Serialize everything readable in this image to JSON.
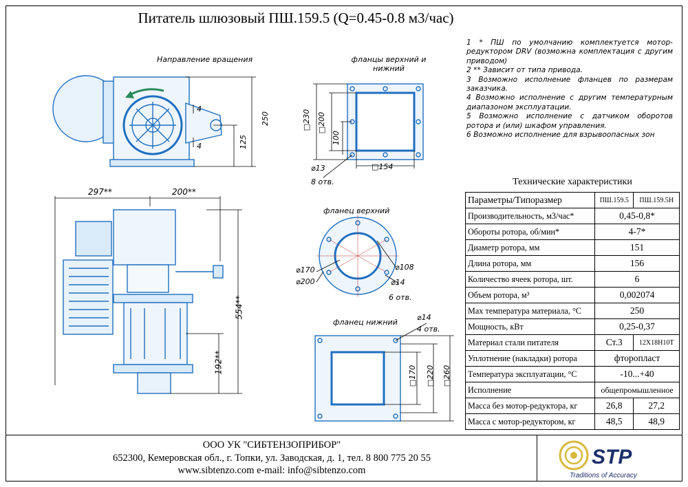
{
  "title": "Питатель шлюзовый ПШ.159.5 (Q=0.45-0.8 м3/час)",
  "notes": [
    "1 * ПШ по умолчанию комплектуется мотор-редуктором DRV (возможна комплектация с другим приводом)",
    "2 ** Зависит от типа привода.",
    "3 Возможно исполнение фланцев по размерам заказчика.",
    "4 Возможно исполнение с другим температурным диапазоном эксплуатации.",
    "5 Возможно исполнение с датчиком оборотов ротора и (или) шкафом управления.",
    "6 Возможно исполнение для взрывоопасных зон"
  ],
  "drawing_labels": {
    "rotation": "Направление вращения",
    "flanges_top_bottom": "фланцы верхний и нижний",
    "flange_top": "фланец верхний",
    "flange_bottom": "фланец нижний",
    "dim_250": "250",
    "dim_125": "125",
    "dim_4a": "4",
    "dim_4b": "4",
    "dim_297": "297**",
    "dim_200": "200**",
    "dim_554": "554**",
    "dim_192": "192**",
    "dim_sq230": "□230",
    "dim_sq200": "□200",
    "dim_100": "100",
    "dim_sq154": "□154",
    "dim_d13": "⌀13",
    "dim_8holes": "8 отв.",
    "dim_d170": "⌀170",
    "dim_d200": "⌀200",
    "dim_d108": "⌀108",
    "dim_d14a": "⌀14",
    "dim_6holes": "6 отв.",
    "dim_d14b": "⌀14",
    "dim_4holes": "4 отв.",
    "dim_sq170": "□170",
    "dim_sq220": "□220",
    "dim_sq260": "□260"
  },
  "tech_title": "Технические характеристики",
  "table": {
    "header": {
      "param": "Параметры/Типоразмер",
      "m1": "ПШ.159.5",
      "m2": "ПШ.159.5Н"
    },
    "rows": [
      {
        "label": "Производительность, м3/час*",
        "value": "0,45-0,8*"
      },
      {
        "label": "Обороты ротора, об/мин*",
        "value": "4-7*"
      },
      {
        "label": "Диаметр ротора, мм",
        "value": "151"
      },
      {
        "label": "Длина ротора, мм",
        "value": "156"
      },
      {
        "label": "Количество ячеек ротора, шт.",
        "value": "6"
      },
      {
        "label": "Объем ротора, м³",
        "value": "0,002074"
      },
      {
        "label": "Мах температура материала, °С",
        "value": "250"
      },
      {
        "label": "Мощность, кВт",
        "value": "0,25-0,37"
      }
    ],
    "material": {
      "label": "Материал стали питателя",
      "v1": "Ст.3",
      "v2": "12Х18Н10Т"
    },
    "rows2": [
      {
        "label": "Уплотнение (накладки) ротора",
        "value": "фторопласт"
      },
      {
        "label": "Температура эксплуатации, °С",
        "value": "-10...+40"
      },
      {
        "label": "Исполнение",
        "value": "общепромышленное"
      }
    ],
    "mass1": {
      "label": "Масса без мотор-редуктора, кг",
      "v1": "26,8",
      "v2": "27,2"
    },
    "mass2": {
      "label": "Масса с мотор-редуктором, кг",
      "v1": "48,5",
      "v2": "48,9"
    }
  },
  "footer": {
    "company": "ООО УК \"СИБТЕНЗОПРИБОР\"",
    "address": "652300, Кемеровская обл., г. Топки, ул. Заводская, д. 1, тел. 8 800 775 20 55",
    "web": "www.sibtenzo.com e-mail: info@sibtenzo.com"
  },
  "logo": {
    "brand": "STP",
    "tagline": "Traditions of Accuracy"
  },
  "colors": {
    "drawing_blue": "#1f6fc0",
    "light_blue": "#9cc8ee",
    "logo_navy": "#1d2f6b",
    "logo_gold": "#d9b93a"
  }
}
